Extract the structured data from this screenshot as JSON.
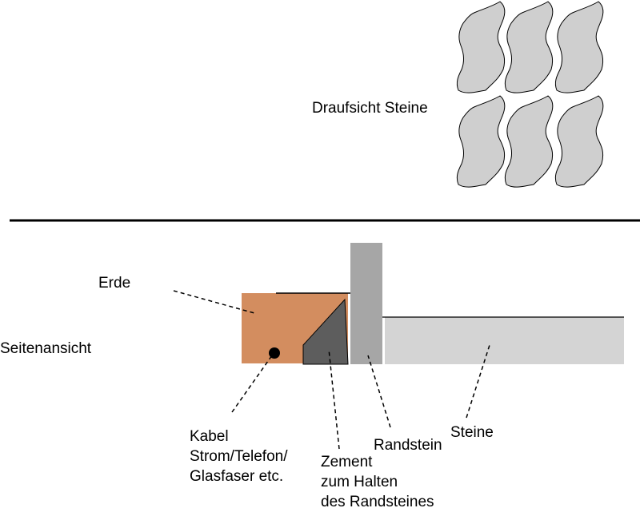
{
  "labels": {
    "top_view": "Draufsicht Steine",
    "side_view": "Seitenansicht",
    "earth": "Erde",
    "cable": [
      "Kabel",
      "Strom/Telefon/",
      "Glasfaser etc."
    ],
    "cement": [
      "Zement",
      "zum Halten",
      "des Randsteines"
    ],
    "curb": "Randstein",
    "stones": "Steine"
  },
  "colors": {
    "paver": "#cfcfcf",
    "earth": "#d38d5f",
    "cement": "#5d5d5d",
    "curb": "#a6a6a6",
    "stones": "#d4d4d4",
    "line": "#000000"
  }
}
